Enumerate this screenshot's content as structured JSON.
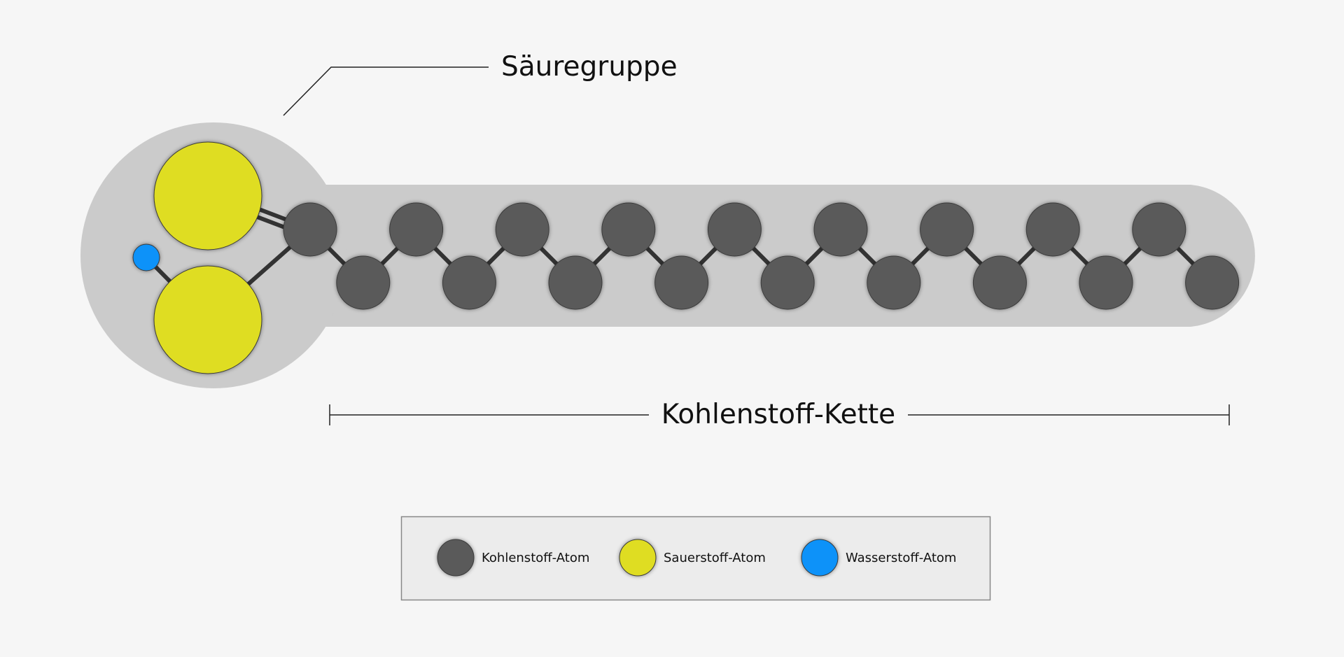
{
  "labels": {
    "acid_group": "Säuregruppe",
    "carbon_chain": "Kohlenstoff-Kette"
  },
  "legend": {
    "carbon": "Kohlenstoff-Atom",
    "oxygen": "Sauerstoff-Atom",
    "hydrogen": "Wasserstoff-Atom"
  },
  "molecule": {
    "carbon_atom_count": 18,
    "oxygen_atom_count": 2,
    "hydrogen_atom_count": 1
  },
  "colors": {
    "background": "#f6f6f6",
    "molecule_shape": "#cbcbcb",
    "carbon": "#5a5a5a",
    "oxygen": "#dfdd22",
    "hydrogen": "#0892f9",
    "bond": "#333333",
    "legend_box": "#ececec"
  }
}
